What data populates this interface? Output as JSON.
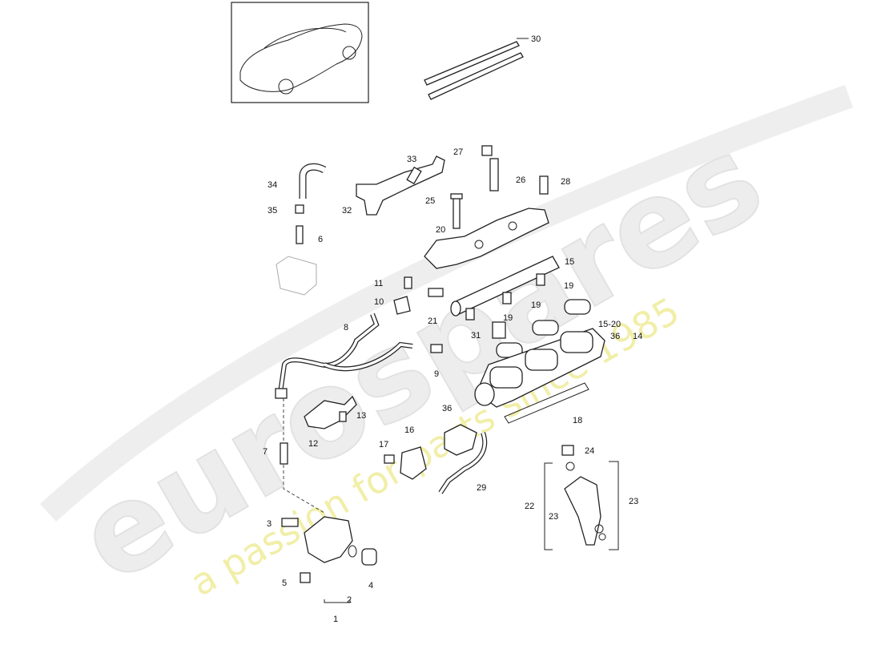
{
  "watermark": {
    "brand": "eurospares",
    "tagline": "a passion for parts since 1985"
  },
  "callouts": [
    {
      "id": "c30",
      "label": "30"
    },
    {
      "id": "c33",
      "label": "33"
    },
    {
      "id": "c27",
      "label": "27"
    },
    {
      "id": "c26",
      "label": "26"
    },
    {
      "id": "c28",
      "label": "28"
    },
    {
      "id": "c34",
      "label": "34"
    },
    {
      "id": "c32",
      "label": "32"
    },
    {
      "id": "c25",
      "label": "25"
    },
    {
      "id": "c35",
      "label": "35"
    },
    {
      "id": "c6",
      "label": "6"
    },
    {
      "id": "c20",
      "label": "20"
    },
    {
      "id": "c15",
      "label": "15"
    },
    {
      "id": "c11",
      "label": "11"
    },
    {
      "id": "c19a",
      "label": "19"
    },
    {
      "id": "c19b",
      "label": "19"
    },
    {
      "id": "c19c",
      "label": "19"
    },
    {
      "id": "c10",
      "label": "10"
    },
    {
      "id": "c21",
      "label": "21"
    },
    {
      "id": "c1520",
      "label": "15-20"
    },
    {
      "id": "c8",
      "label": "8"
    },
    {
      "id": "c31",
      "label": "31"
    },
    {
      "id": "c36a",
      "label": "36"
    },
    {
      "id": "c14",
      "label": "14"
    },
    {
      "id": "c9",
      "label": "9"
    },
    {
      "id": "c13",
      "label": "13"
    },
    {
      "id": "c18",
      "label": "18"
    },
    {
      "id": "c36b",
      "label": "36"
    },
    {
      "id": "c12",
      "label": "12"
    },
    {
      "id": "c16",
      "label": "16"
    },
    {
      "id": "c7",
      "label": "7"
    },
    {
      "id": "c17",
      "label": "17"
    },
    {
      "id": "c24",
      "label": "24"
    },
    {
      "id": "c29",
      "label": "29"
    },
    {
      "id": "c22",
      "label": "22"
    },
    {
      "id": "c23a",
      "label": "23"
    },
    {
      "id": "c23b",
      "label": "23"
    },
    {
      "id": "c3",
      "label": "3"
    },
    {
      "id": "c5",
      "label": "5"
    },
    {
      "id": "c2",
      "label": "2"
    },
    {
      "id": "c4",
      "label": "4"
    },
    {
      "id": "c1",
      "label": "1"
    }
  ]
}
